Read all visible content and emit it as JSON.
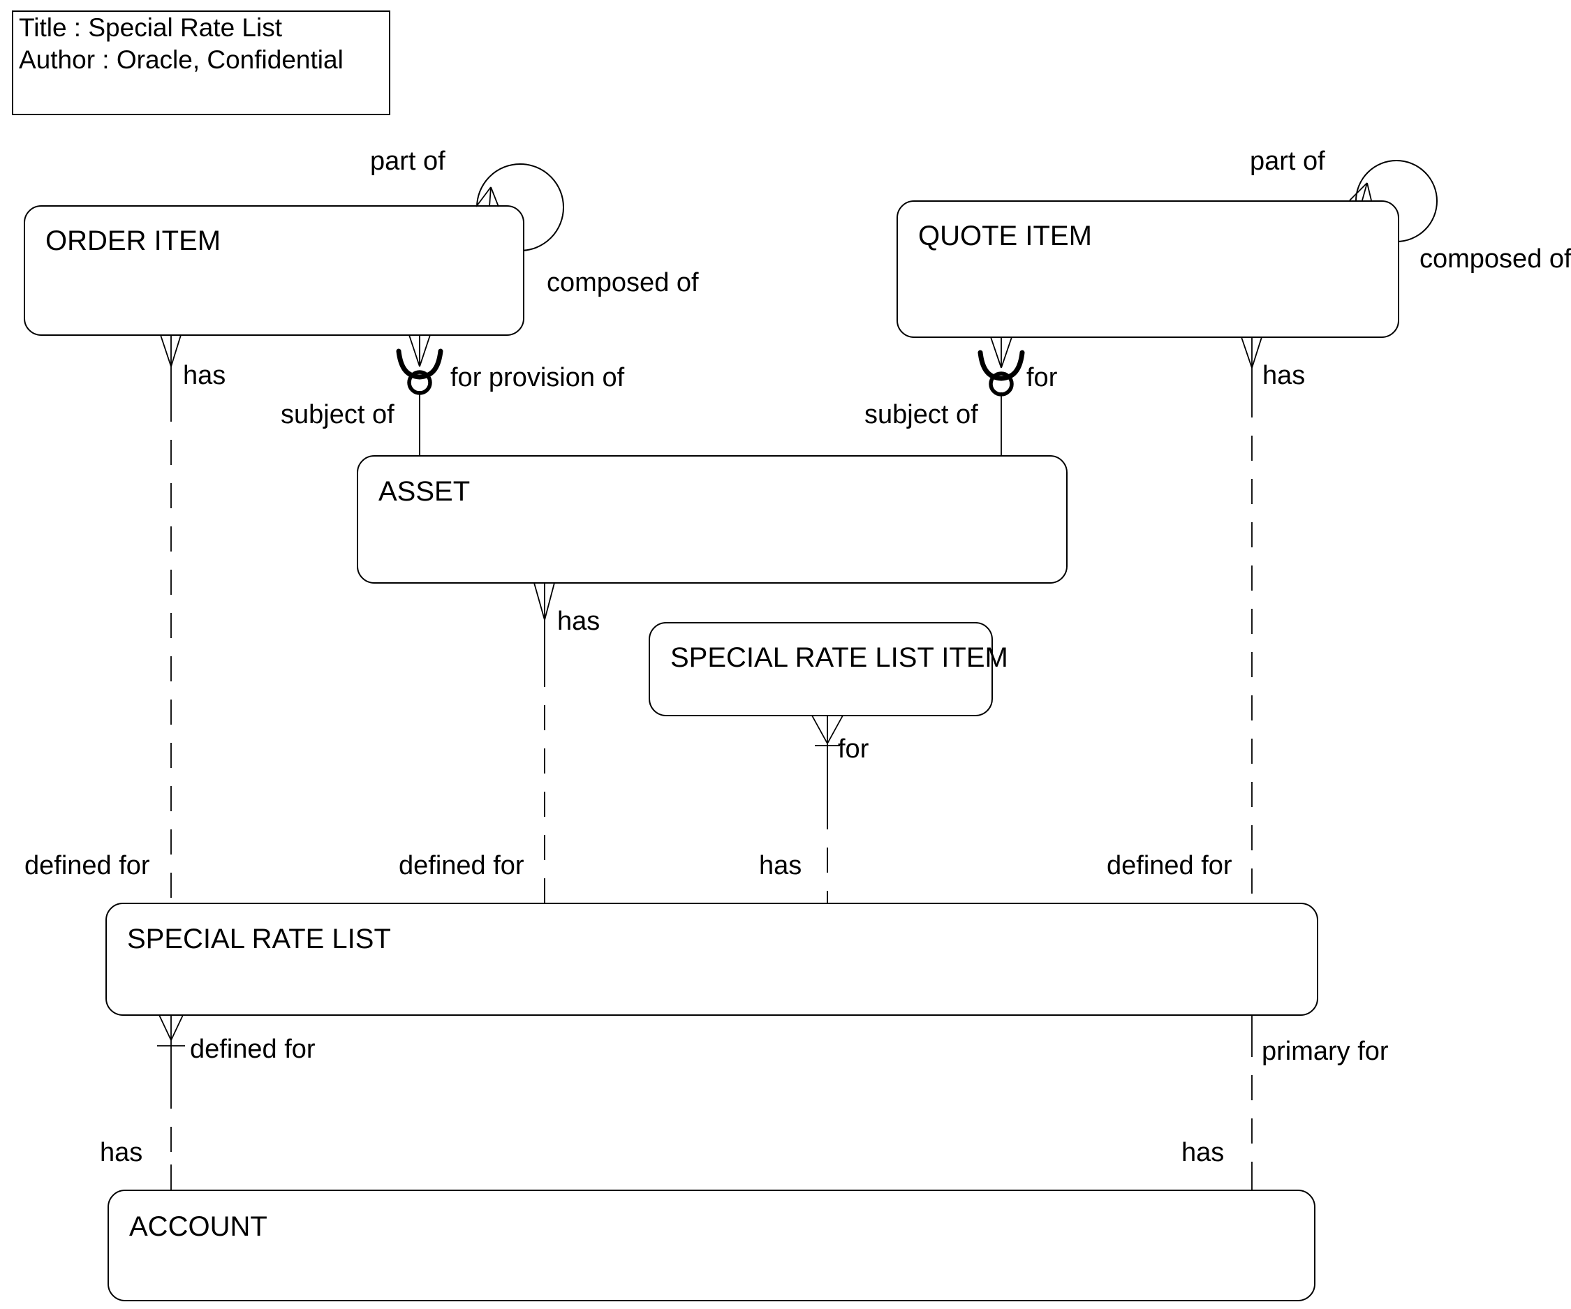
{
  "title_block": {
    "line1": "Title : Special Rate List",
    "line2": "Author : Oracle, Confidential"
  },
  "entities": {
    "order_item": "ORDER ITEM",
    "quote_item": "QUOTE ITEM",
    "asset": "ASSET",
    "special_rate_list_item": "SPECIAL RATE LIST ITEM",
    "special_rate_list": "SPECIAL RATE LIST",
    "account": "ACCOUNT"
  },
  "labels": {
    "part_of_left": "part of",
    "composed_of_left": "composed of",
    "has_order": "has",
    "for_provision_of": "for provision of",
    "subject_of_left": "subject of",
    "part_of_right": "part of",
    "composed_of_right": "composed of",
    "for_quote": "for",
    "subject_of_right": "subject of",
    "has_quote": "has",
    "has_asset": "has",
    "for_srli": "for",
    "defined_for_order": "defined for",
    "defined_for_asset": "defined for",
    "has_srl": "has",
    "defined_for_quote": "defined for",
    "defined_for_account": "defined for",
    "primary_for": "primary for",
    "has_account_left": "has",
    "has_account_right": "has"
  },
  "colors": {
    "line": "#000000",
    "background": "#ffffff"
  }
}
